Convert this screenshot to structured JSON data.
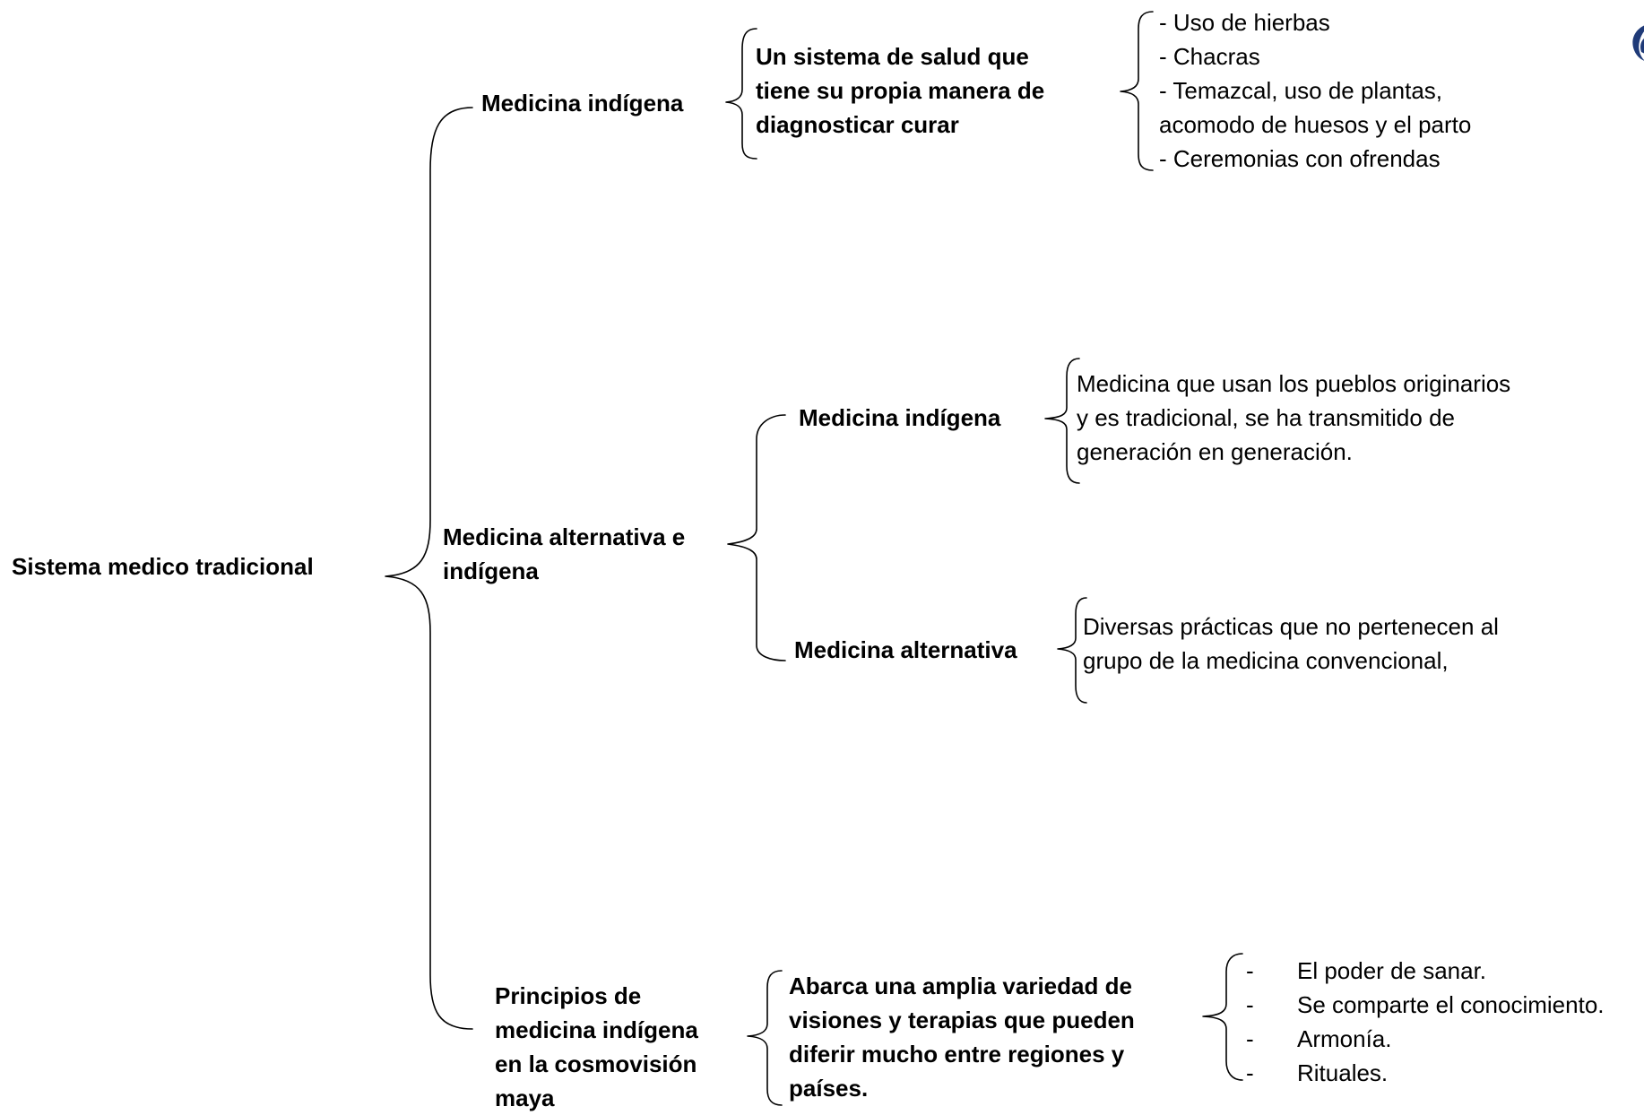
{
  "root": {
    "label": "Sistema medico tradicional"
  },
  "branch1": {
    "label": "Medicina indígena",
    "definition_lines": [
      "Un sistema de salud que",
      "tiene su propia manera de",
      "diagnosticar curar"
    ],
    "items": [
      "- Uso de hierbas",
      "- Chacras",
      "- Temazcal, uso de plantas,",
      "acomodo de huesos y el parto",
      "- Ceremonias con ofrendas"
    ]
  },
  "branch2": {
    "label_lines": [
      "Medicina alternativa e",
      "indígena"
    ],
    "sub1": {
      "label": "Medicina indígena",
      "desc_lines": [
        "Medicina que usan los pueblos originarios",
        "y es tradicional, se ha transmitido de",
        "generación en generación."
      ]
    },
    "sub2": {
      "label": "Medicina alternativa",
      "desc_lines": [
        "Diversas prácticas que no pertenecen al",
        "grupo de la medicina convencional,"
      ]
    }
  },
  "branch3": {
    "label_lines": [
      "Principios de",
      "medicina indígena",
      "en la cosmovisión",
      "maya"
    ],
    "definition_lines": [
      "Abarca una amplia variedad de",
      "visiones y terapias que pueden",
      "diferir mucho entre regiones y",
      "países."
    ],
    "items": [
      "El poder de sanar.",
      "Se comparte el conocimiento.",
      "Armonía.",
      "Rituales."
    ]
  },
  "colors": {
    "text": "#000000",
    "line": "#000000",
    "logo": "#1f3a78"
  },
  "logo": {
    "icon": "logo-crescent-icon"
  }
}
